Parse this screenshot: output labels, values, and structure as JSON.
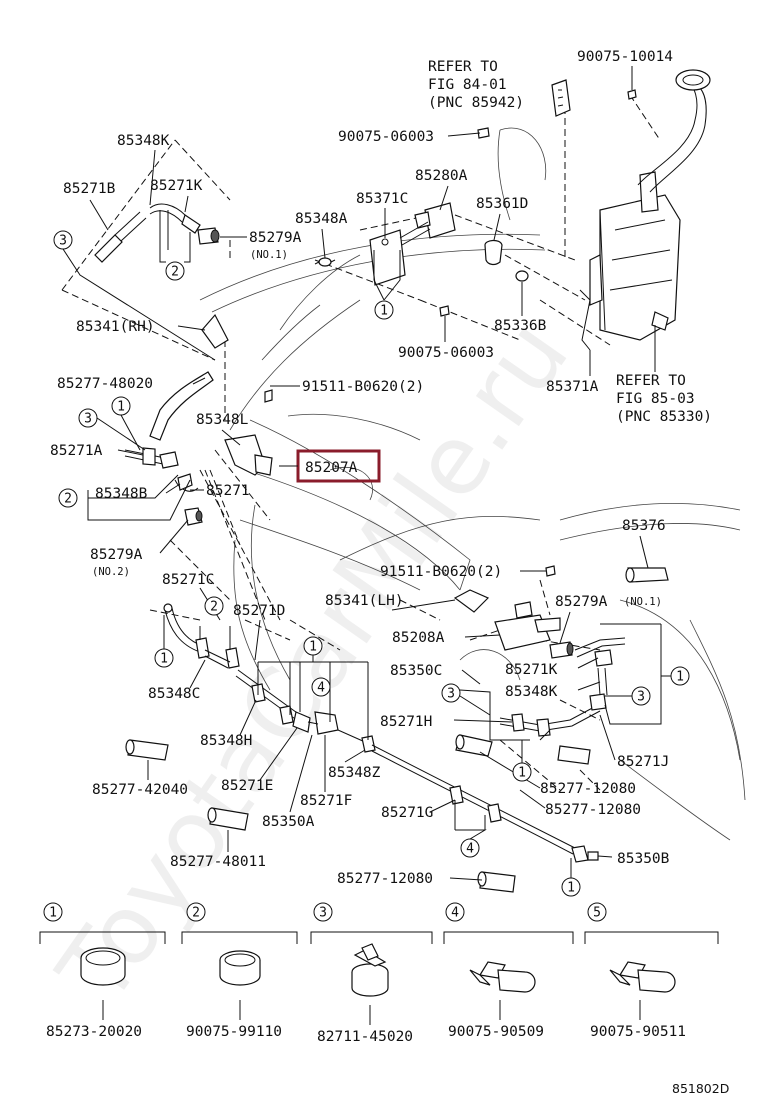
{
  "watermark": "ToyotaCarMile.ru",
  "drawing_code": "851802D",
  "refer_top": [
    "REFER TO",
    "FIG 84-01",
    "(PNC 85942)"
  ],
  "refer_right": [
    "REFER TO",
    "FIG 85-03",
    "(PNC 85330)"
  ],
  "highlighted_part": "85207A",
  "labels": {
    "l90075_10014": "90075-10014",
    "l85348K_top": "85348K",
    "l90075_06003_a": "90075-06003",
    "l85271B": "85271B",
    "l85271K_top": "85271K",
    "l85280A": "85280A",
    "l85371C": "85371C",
    "l85361D": "85361D",
    "l85348A": "85348A",
    "l85279A_top": "85279A",
    "no1_top": "(NO.1)",
    "l85341_rh": "85341(RH)",
    "l85336B": "85336B",
    "l90075_06003_b": "90075-06003",
    "l85277_48020": "85277-48020",
    "l91511_a": "91511-B0620(2)",
    "l85371A": "85371A",
    "l85348L": "85348L",
    "l85271A": "85271A",
    "l85348B": "85348B",
    "l85271": "85271",
    "l85279A_mid": "85279A",
    "no2": "(NO.2)",
    "l85376": "85376",
    "l85271C": "85271C",
    "l91511_b": "91511-B0620(2)",
    "l85271D": "85271D",
    "l85341_lh": "85341(LH)",
    "l85279A_right": "85279A",
    "no1_right": "(NO.1)",
    "l85208A": "85208A",
    "l85348C": "85348C",
    "l85350C": "85350C",
    "l85271K_mid": "85271K",
    "l85348K_mid": "85348K",
    "l85348H": "85348H",
    "l85271H": "85271H",
    "l85271J": "85271J",
    "l85271E": "85271E",
    "l85348Z": "85348Z",
    "l85277_42040": "85277-42040",
    "l85277_12080_a": "85277-12080",
    "l85271F": "85271F",
    "l85350A": "85350A",
    "l85271G": "85271G",
    "l85277_12080_b": "85277-12080",
    "l85277_48011": "85277-48011",
    "l85350B": "85350B",
    "l85277_12080_c": "85277-12080"
  },
  "callout_numbers": [
    "1",
    "2",
    "3",
    "4",
    "5"
  ],
  "legend": [
    {
      "num": "1",
      "part": "85273-20020"
    },
    {
      "num": "2",
      "part": "90075-99110"
    },
    {
      "num": "3",
      "part": "82711-45020"
    },
    {
      "num": "4",
      "part": "90075-90509"
    },
    {
      "num": "5",
      "part": "90075-90511"
    }
  ]
}
